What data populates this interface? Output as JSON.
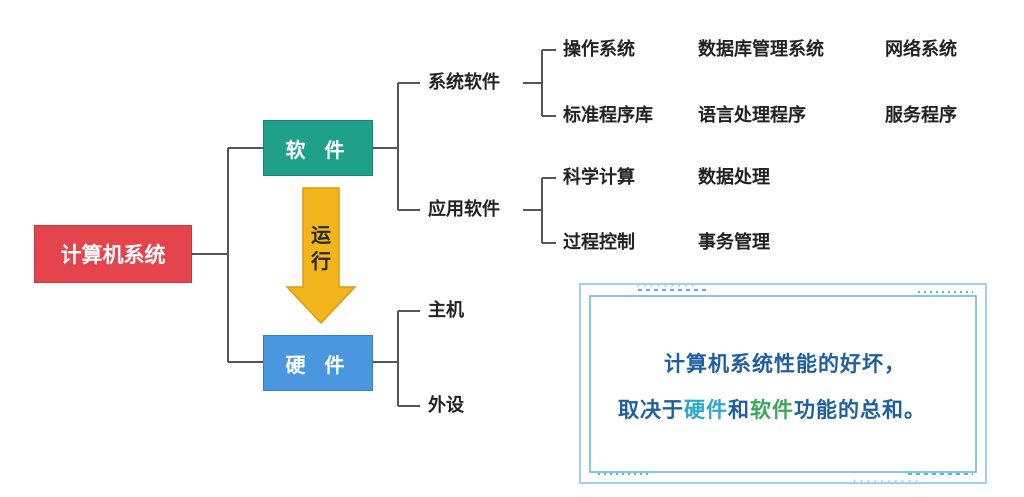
{
  "diagram": {
    "root": "计算机系统",
    "software": {
      "label": "软 件",
      "system": {
        "label": "系统软件",
        "items": [
          "操作系统",
          "数据库管理系统",
          "网络系统",
          "标准程序库",
          "语言处理程序",
          "服务程序"
        ]
      },
      "application": {
        "label": "应用软件",
        "items": [
          "科学计算",
          "数据处理",
          "过程控制",
          "事务管理"
        ]
      }
    },
    "run_label": "运行",
    "hardware": {
      "label": "硬 件",
      "items": [
        "主机",
        "外设"
      ]
    }
  },
  "note": {
    "line1": "计算机系统性能的好坏，",
    "line2_a": "取决于",
    "line2_hw": "硬件",
    "line2_b": "和",
    "line2_sw": "软件",
    "line2_c": "功能的总和。"
  },
  "colors": {
    "root": "#e5444d",
    "software": "#1ea08a",
    "hardware": "#4a97e0",
    "arrow": "#f2b51c",
    "connector": "#555555",
    "note_border": "#5bb3e6"
  }
}
